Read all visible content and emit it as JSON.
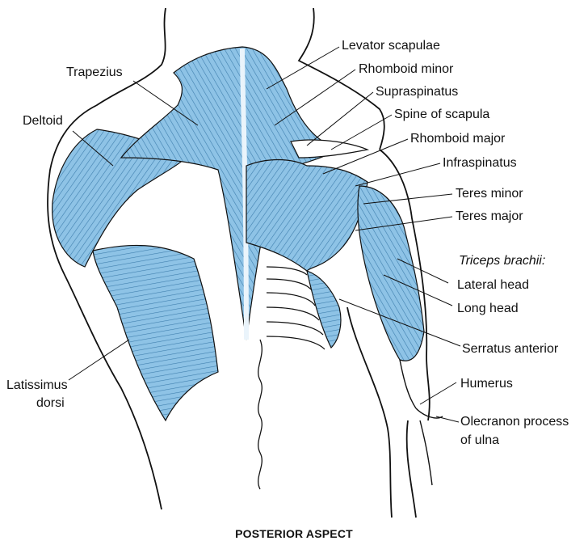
{
  "figure": {
    "caption": "POSTERIOR ASPECT",
    "colors": {
      "muscle": "#8ec3e6",
      "muscle_dark": "#5a9cc9",
      "outline": "#111111",
      "bone": "#ffffff"
    },
    "labels": {
      "trapezius": "Trapezius",
      "deltoid": "Deltoid",
      "latissimus_line1": "Latissimus",
      "latissimus_line2": "dorsi",
      "levator_scapulae": "Levator scapulae",
      "rhomboid_minor": "Rhomboid minor",
      "supraspinatus": "Supraspinatus",
      "spine_of_scapula": "Spine of scapula",
      "rhomboid_major": "Rhomboid major",
      "infraspinatus": "Infraspinatus",
      "teres_minor": "Teres minor",
      "teres_major": "Teres major",
      "triceps_brachii": "Triceps brachii:",
      "lateral_head": "Lateral head",
      "long_head": "Long head",
      "serratus_anterior": "Serratus anterior",
      "humerus": "Humerus",
      "olecranon_line1": "Olecranon process",
      "olecranon_line2": "of ulna"
    }
  }
}
